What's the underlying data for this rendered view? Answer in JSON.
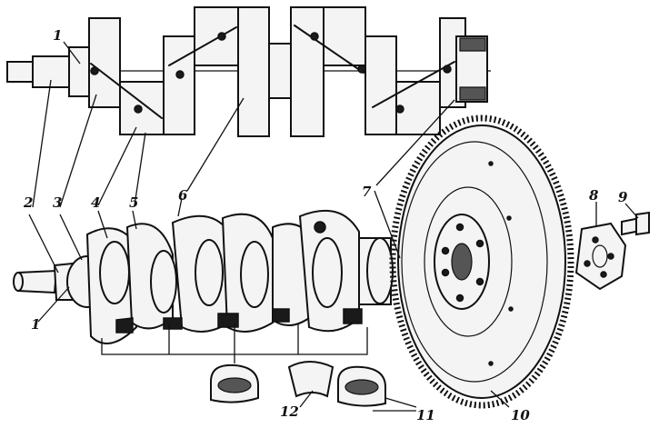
{
  "labels": {
    "l1_top": "1",
    "l1_bottom": "1",
    "l2": "2",
    "l3": "3",
    "l4": "4",
    "l5": "5",
    "l6": "6",
    "l7": "7",
    "l8": "8",
    "l9": "9",
    "l10": "10",
    "l11": "11",
    "l12": "12"
  }
}
